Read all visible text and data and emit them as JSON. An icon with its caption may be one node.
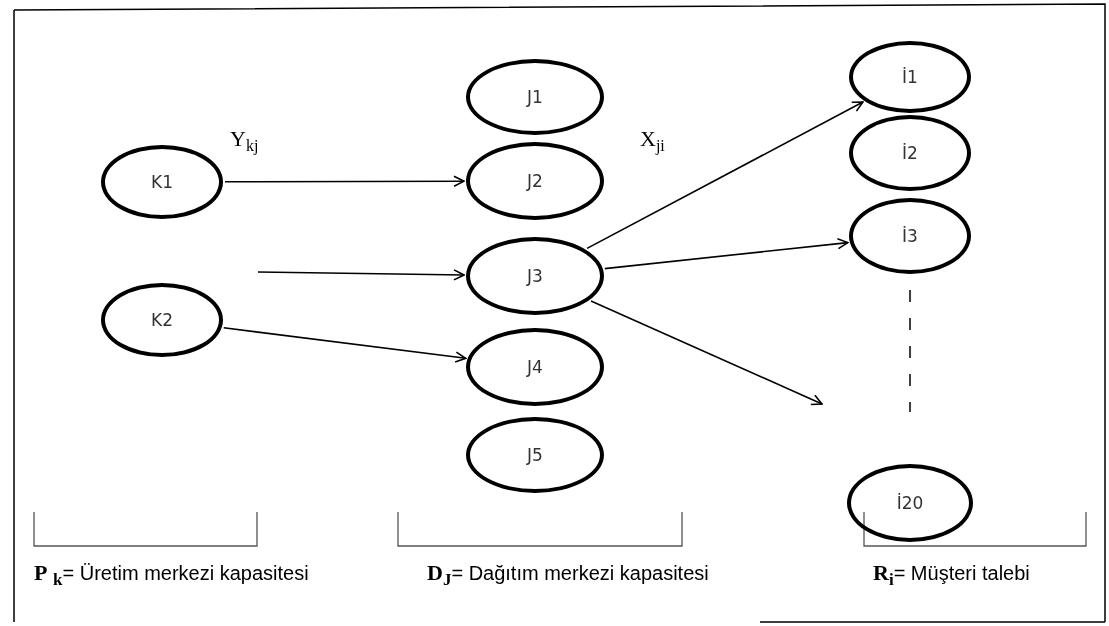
{
  "diagram": {
    "nodes": [
      {
        "text": [
          "K1"
        ]
      },
      {
        "text": [
          "K2"
        ]
      },
      {
        "text": [
          "J1"
        ]
      },
      {
        "text": [
          "J2"
        ]
      },
      {
        "text": [
          "J3"
        ]
      },
      {
        "text": [
          "J4"
        ]
      },
      {
        "text": [
          "J5"
        ]
      },
      {
        "text": [
          "İ1"
        ]
      },
      {
        "text": [
          "İ2"
        ]
      },
      {
        "text": [
          "İ3"
        ]
      },
      {
        "text": [
          "İ20"
        ]
      }
    ],
    "edges": [
      {
        "from": 0,
        "to": 3,
        "arrow": "to"
      },
      {
        "from": null,
        "to": 4,
        "arrow": "to"
      },
      {
        "from": 1,
        "to": 5,
        "arrow": "to"
      },
      {
        "from": 4,
        "to": 7,
        "arrow": "to"
      },
      {
        "from": 4,
        "to": 9,
        "arrow": "to"
      },
      {
        "from": 4,
        "to": null,
        "arrow": "to"
      }
    ],
    "labels": [
      "Y$_{kj}$",
      "X$_{ji}$",
      "**P** $_{k}$= Üretim merkezi kapasitesi",
      "**D**$_{J}$= Dağıtım merkezi kapasitesi",
      "**R**$_{i}$= Müşteri talebi"
    ]
  }
}
